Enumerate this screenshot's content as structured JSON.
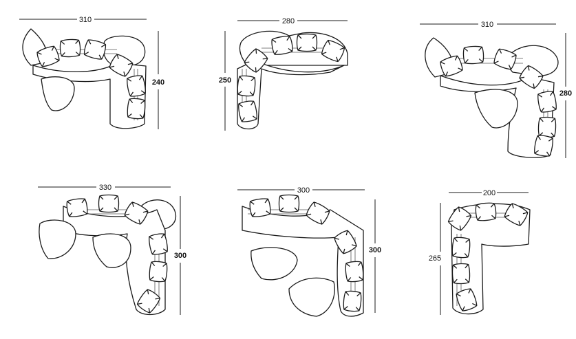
{
  "diagrams": [
    {
      "width_label": "310",
      "depth_label": "240"
    },
    {
      "width_label": "280",
      "depth_label": "250"
    },
    {
      "width_label": "310",
      "depth_label": "280"
    },
    {
      "width_label": "330",
      "depth_label": "300"
    },
    {
      "width_label": "300",
      "depth_label": "300"
    },
    {
      "width_label": "200",
      "depth_label": "265"
    }
  ],
  "colors": {
    "ink": "#1a1a1a",
    "paper": "#ffffff"
  }
}
